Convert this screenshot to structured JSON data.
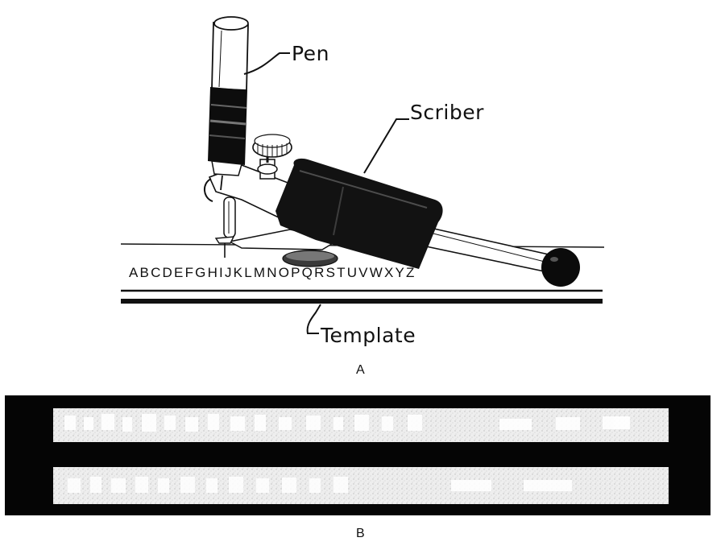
{
  "panel_a": {
    "label": "A",
    "callouts": {
      "pen": "Pen",
      "scriber": "Scriber",
      "template": "Template"
    },
    "alphabet": "ABCDEFGHIJKLMNOPQRSTUVWXYZ"
  },
  "panel_b": {
    "label": "B"
  }
}
